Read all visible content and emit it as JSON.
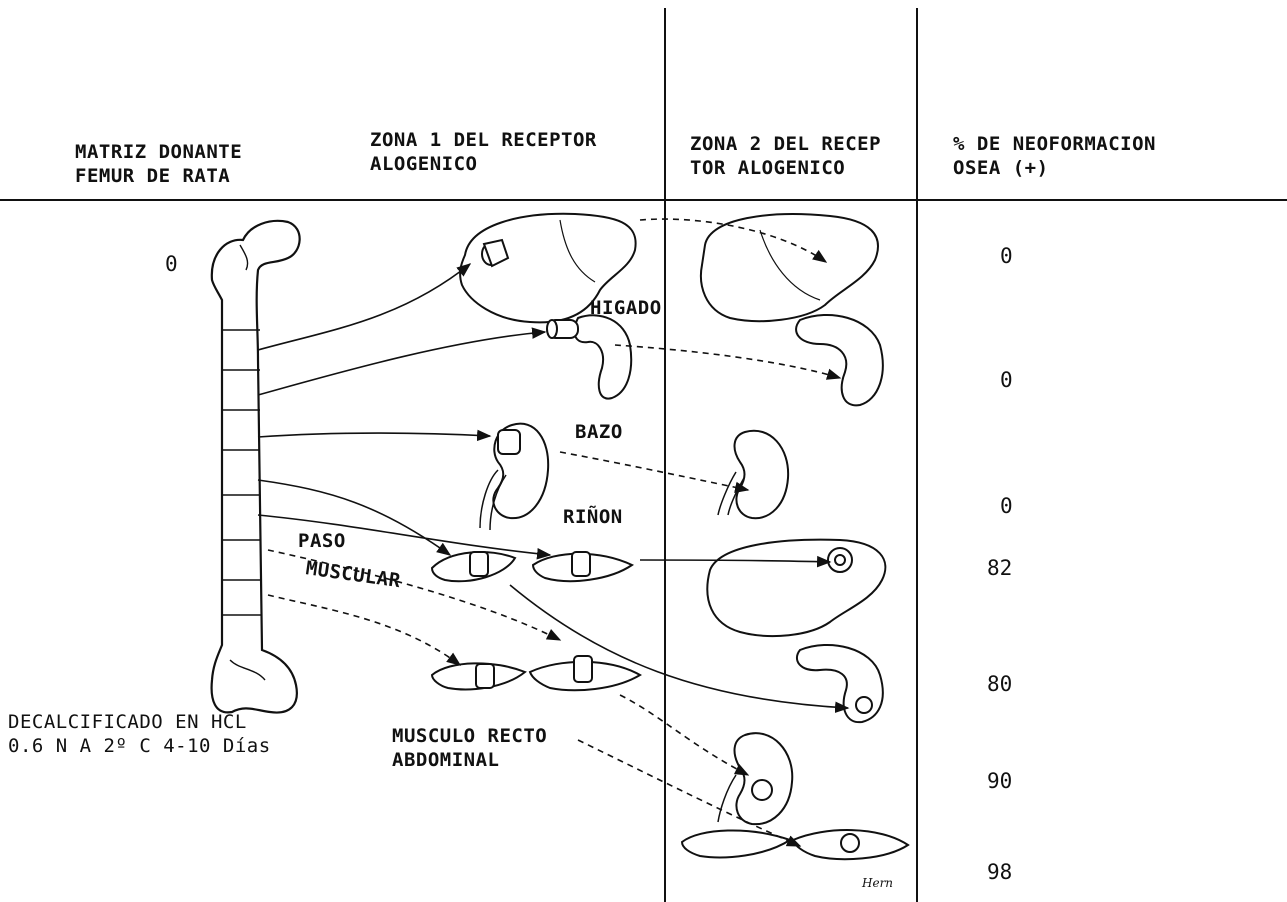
{
  "headers": {
    "col1": [
      "MATRIZ DONANTE",
      "FEMUR DE RATA"
    ],
    "col2": [
      "ZONA 1 DEL RECEPTOR",
      "ALOGENICO"
    ],
    "col3": [
      "ZONA 2 DEL RECEP",
      "TOR ALOGENICO"
    ],
    "col4": [
      "% DE NEOFORMACION",
      "OSEA (+)"
    ]
  },
  "donor_value": "0",
  "organ_labels": {
    "liver": "HIGADO",
    "spleen": "BAZO",
    "kidney": "RIÑON",
    "muscle_pass": [
      "PASO",
      "MUSCULAR"
    ],
    "rectus": [
      "MUSCULO RECTO",
      "ABDOMINAL"
    ]
  },
  "decalcification": [
    "DECALCIFICADO EN HCL",
    "0.6 N A 2º C 4-10 Días"
  ],
  "percentages": [
    "0",
    "0",
    "0",
    "82",
    "80",
    "90",
    "98"
  ],
  "signature": "Hern"
}
